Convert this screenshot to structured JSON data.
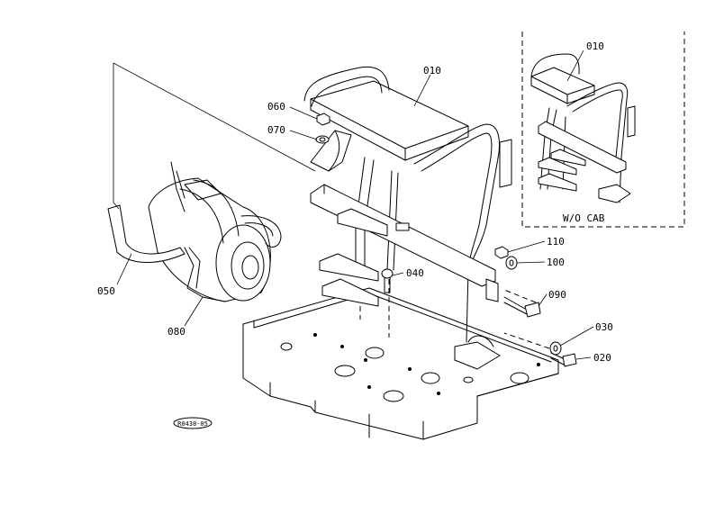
{
  "diagram": {
    "callouts": [
      {
        "id": "c010a",
        "text": "010"
      },
      {
        "id": "c010b",
        "text": "010"
      },
      {
        "id": "c060",
        "text": "060"
      },
      {
        "id": "c070",
        "text": "070"
      },
      {
        "id": "c050",
        "text": "050"
      },
      {
        "id": "c080",
        "text": "080"
      },
      {
        "id": "c040",
        "text": "040"
      },
      {
        "id": "c110",
        "text": "110"
      },
      {
        "id": "c100",
        "text": "100"
      },
      {
        "id": "c090",
        "text": "090"
      },
      {
        "id": "c030",
        "text": "030"
      },
      {
        "id": "c020",
        "text": "020"
      }
    ],
    "inset_caption": "W/O CAB",
    "drawing_code": "R0438-05"
  }
}
